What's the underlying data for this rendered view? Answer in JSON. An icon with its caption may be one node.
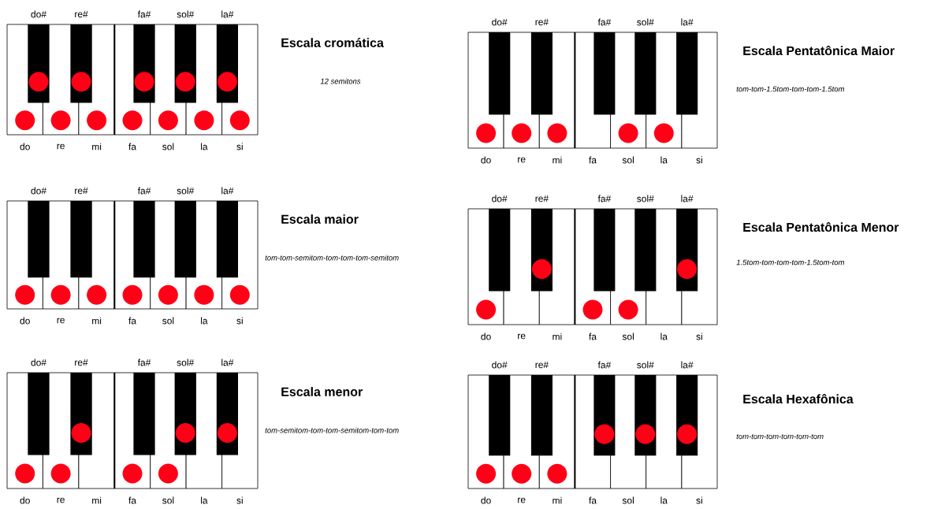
{
  "diagram": {
    "labels": [
      "do#",
      "re#",
      "fa#",
      "sol#",
      "la#",
      "do",
      "re",
      "mi",
      "fa",
      "sol",
      "la",
      "si",
      "Escala cromática",
      "12 semitons",
      "do#",
      "re#",
      "fa#",
      "sol#",
      "la#",
      "do",
      "re",
      "mi",
      "fa",
      "sol",
      "la",
      "si",
      "Escala Pentatônica Maior",
      "tom-tom-1.5tom-tom-tom-1.5tom",
      "do#",
      "re#",
      "fa#",
      "sol#",
      "la#",
      "do",
      "re",
      "mi",
      "fa",
      "sol",
      "la",
      "si",
      "Escala maior",
      "tom-tom-semitom-tom-tom-tom-semitom",
      "do#",
      "re#",
      "fa#",
      "sol#",
      "la#",
      "do",
      "re",
      "mi",
      "fa",
      "sol",
      "la",
      "si",
      "Escala Pentatônica Menor",
      "1.5tom-tom-tom-tom-1.5tom-tom",
      "do#",
      "re#",
      "fa#",
      "sol#",
      "la#",
      "do",
      "re",
      "mi",
      "fa",
      "sol",
      "la",
      "si",
      "Escala menor",
      "tom-semitom-tom-tom-semitom-tom-tom",
      "do#",
      "re#",
      "fa#",
      "sol#",
      "la#",
      "do",
      "re",
      "mi",
      "fa",
      "sol",
      "la",
      "si",
      "Escala Hexafônica",
      "tom-tom-tom-tom-tom-tom"
    ]
  }
}
